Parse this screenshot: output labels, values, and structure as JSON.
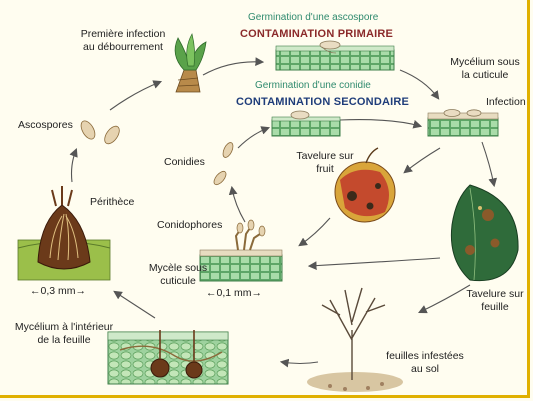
{
  "labels": {
    "germination_ascospore": "Germination d'une ascospore",
    "contamination_primaire": "CONTAMINATION PRIMAIRE",
    "germination_conidie": "Germination d'une conidie",
    "contamination_secondaire": "CONTAMINATION SECONDAIRE",
    "premiere_infection_1": "Première infection",
    "premiere_infection_2": "au débourrement",
    "mycelium_sous_1": "Mycélium sous",
    "mycelium_sous_2": "la cuticule",
    "infection": "Infection",
    "ascospores": "Ascospores",
    "conidies": "Conidies",
    "tavelure_fruit_1": "Tavelure sur",
    "tavelure_fruit_2": "fruit",
    "perithece": "Périthèce",
    "conidiophores": "Conidophores",
    "mycele_sous_1": "Mycèle sous",
    "mycele_sous_2": "cuticule",
    "scale_03": "←0,3 mm→",
    "scale_01": "←0,1 mm→",
    "tavelure_feuille_1": "Tavelure sur",
    "tavelure_feuille_2": "feuille",
    "mycelium_interieur_1": "Mycélium à l'intérieur",
    "mycelium_interieur_2": "de la feuille",
    "feuilles_infestees_1": "feuilles infestées",
    "feuilles_infestees_2": "au sol"
  },
  "colors": {
    "primary_heading": "#8b2a2a",
    "secondary_heading": "#1f3d7a",
    "subtitle": "#2f8a6e",
    "tissue": "#7fbf7f",
    "leaf": "#2f6b3a",
    "apple": "#c0392b",
    "frame": "#e0b000"
  }
}
